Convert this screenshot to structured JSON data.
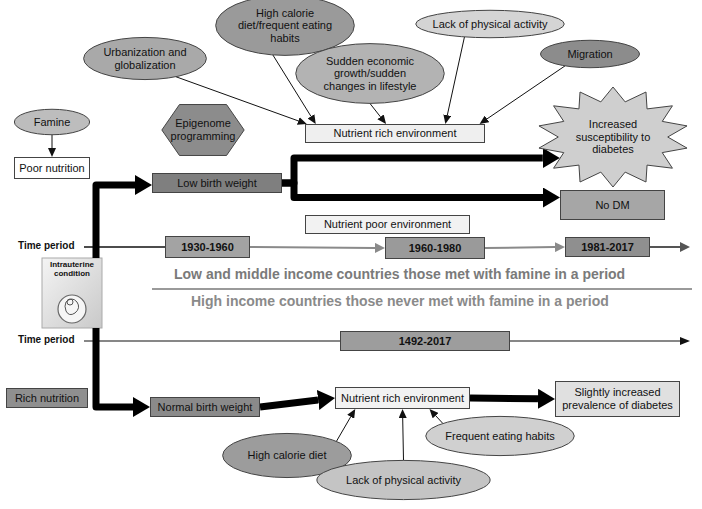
{
  "diagram": {
    "nodes": [
      {
        "text": [
          "Famine"
        ]
      },
      {
        "text": [
          "Poor nutrition"
        ]
      },
      {
        "text": [
          "Epigenome programming"
        ]
      },
      {
        "text": [
          "Low birth weight"
        ]
      },
      {
        "text": [
          "Urbanization and globalization"
        ]
      },
      {
        "text": [
          "High calorie diet/frequent eating habits"
        ]
      },
      {
        "text": [
          "Sudden economic growth/sudden changes in lifestyle"
        ]
      },
      {
        "text": [
          "Lack of physical activity"
        ]
      },
      {
        "text": [
          "Migration"
        ]
      },
      {
        "text": [
          "Nutrient rich environment"
        ]
      },
      {
        "text": [
          "Increased susceptibility to diabetes"
        ]
      },
      {
        "text": [
          "No DM"
        ]
      },
      {
        "text": [
          "Nutrient poor environment"
        ]
      },
      {
        "text": [
          "1930-1960"
        ]
      },
      {
        "text": [
          "1960-1980"
        ]
      },
      {
        "text": [
          "1981-2017"
        ]
      },
      {
        "text": [
          "Intrauterine condition"
        ]
      },
      {
        "text": [
          "1492-2017"
        ]
      },
      {
        "text": [
          "Rich nutrition"
        ]
      },
      {
        "text": [
          "Normal birth weight"
        ]
      },
      {
        "text": [
          "Nutrient rich environment"
        ]
      },
      {
        "text": [
          "Slightly increased prevalence of diabetes"
        ]
      },
      {
        "text": [
          "High calorie diet"
        ]
      },
      {
        "text": [
          "Frequent eating habits"
        ]
      },
      {
        "text": [
          "Lack of physical activity"
        ]
      }
    ],
    "edges": [
      {
        "from": 0,
        "to": 1,
        "arrow": "to"
      },
      {
        "from": 16,
        "to": 3,
        "arrow": "to"
      },
      {
        "from": 4,
        "to": 9,
        "arrow": "to"
      },
      {
        "from": 5,
        "to": 9,
        "arrow": "to"
      },
      {
        "from": 6,
        "to": 9,
        "arrow": "to"
      },
      {
        "from": 7,
        "to": 9,
        "arrow": "to"
      },
      {
        "from": 8,
        "to": 9,
        "arrow": "to"
      },
      {
        "from": 3,
        "to": 10,
        "arrow": "to"
      },
      {
        "from": 3,
        "to": 11,
        "arrow": "to"
      },
      {
        "from": 13,
        "to": 14,
        "arrow": "to"
      },
      {
        "from": 14,
        "to": 15,
        "arrow": "to"
      },
      {
        "from": 16,
        "to": 19,
        "arrow": "to"
      },
      {
        "from": 19,
        "to": 20,
        "arrow": "to"
      },
      {
        "from": 20,
        "to": 21,
        "arrow": "to"
      },
      {
        "from": 22,
        "to": 20,
        "arrow": "to"
      },
      {
        "from": 24,
        "to": 20,
        "arrow": "to"
      },
      {
        "from": 23,
        "to": 20,
        "arrow": "to"
      }
    ],
    "labels": [
      "Time period",
      "Low and middle income countries those met with famine in a period",
      "High income countries those never met with famine in a period",
      "Time period"
    ]
  }
}
